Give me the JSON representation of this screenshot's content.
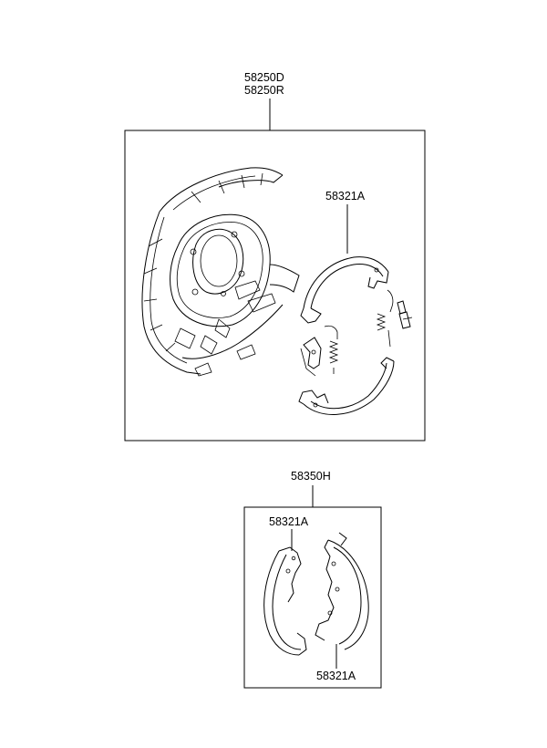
{
  "upper_assembly": {
    "part_number_1": "58250D",
    "part_number_2": "58250R",
    "shoe_label": "58321A"
  },
  "lower_kit": {
    "kit_number": "58350H",
    "shoe_label_top": "58321A",
    "shoe_label_bottom": "58321A"
  }
}
